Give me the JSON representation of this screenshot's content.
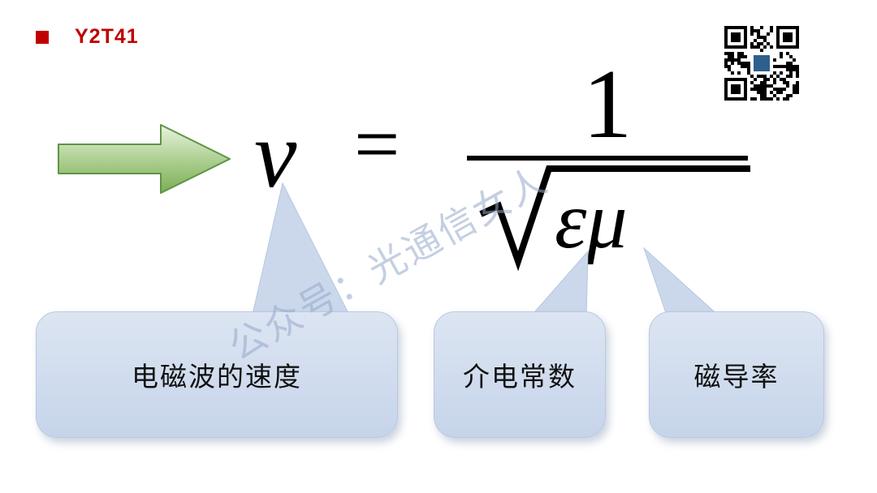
{
  "slide": {
    "code": "Y2T41",
    "watermark": "公众号：光通信女人"
  },
  "formula": {
    "variable": "v",
    "equals": "=",
    "numerator": "1",
    "radicand": "εμ"
  },
  "callouts": [
    {
      "label": "电磁波的速度",
      "target": "v"
    },
    {
      "label": "介电常数",
      "target": "ε"
    },
    {
      "label": "磁导率",
      "target": "μ"
    }
  ],
  "colors": {
    "accent_red": "#C00000",
    "arrow_green": "#8FBA6C",
    "callout_fill": "#CBD8EC",
    "watermark_blue": "#94A8C8",
    "qr_logo_blue": "#2E5F8F"
  }
}
